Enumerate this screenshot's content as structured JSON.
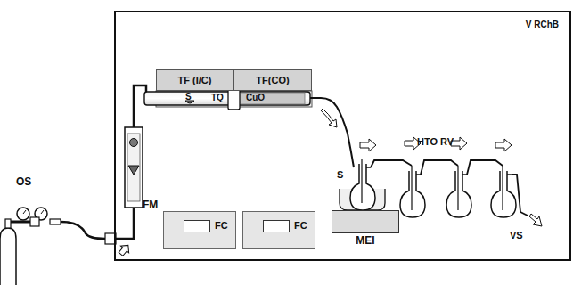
{
  "diagram": {
    "nodes": [
      {
        "text": [
          "V RChB"
        ]
      },
      {
        "text": [
          "TF (I/C)"
        ],
        "in": 0
      },
      {
        "text": [
          "TF(CO)"
        ],
        "in": 0
      },
      {
        "text": [
          "FC"
        ],
        "in": 0
      },
      {
        "text": [
          "FC"
        ],
        "in": 0
      },
      {
        "text": [
          "MEI"
        ],
        "in": 0
      }
    ],
    "labels": [
      "OS",
      "FM",
      "S",
      "TQ",
      "CuO",
      "S",
      "HTO RV",
      "VS"
    ]
  }
}
